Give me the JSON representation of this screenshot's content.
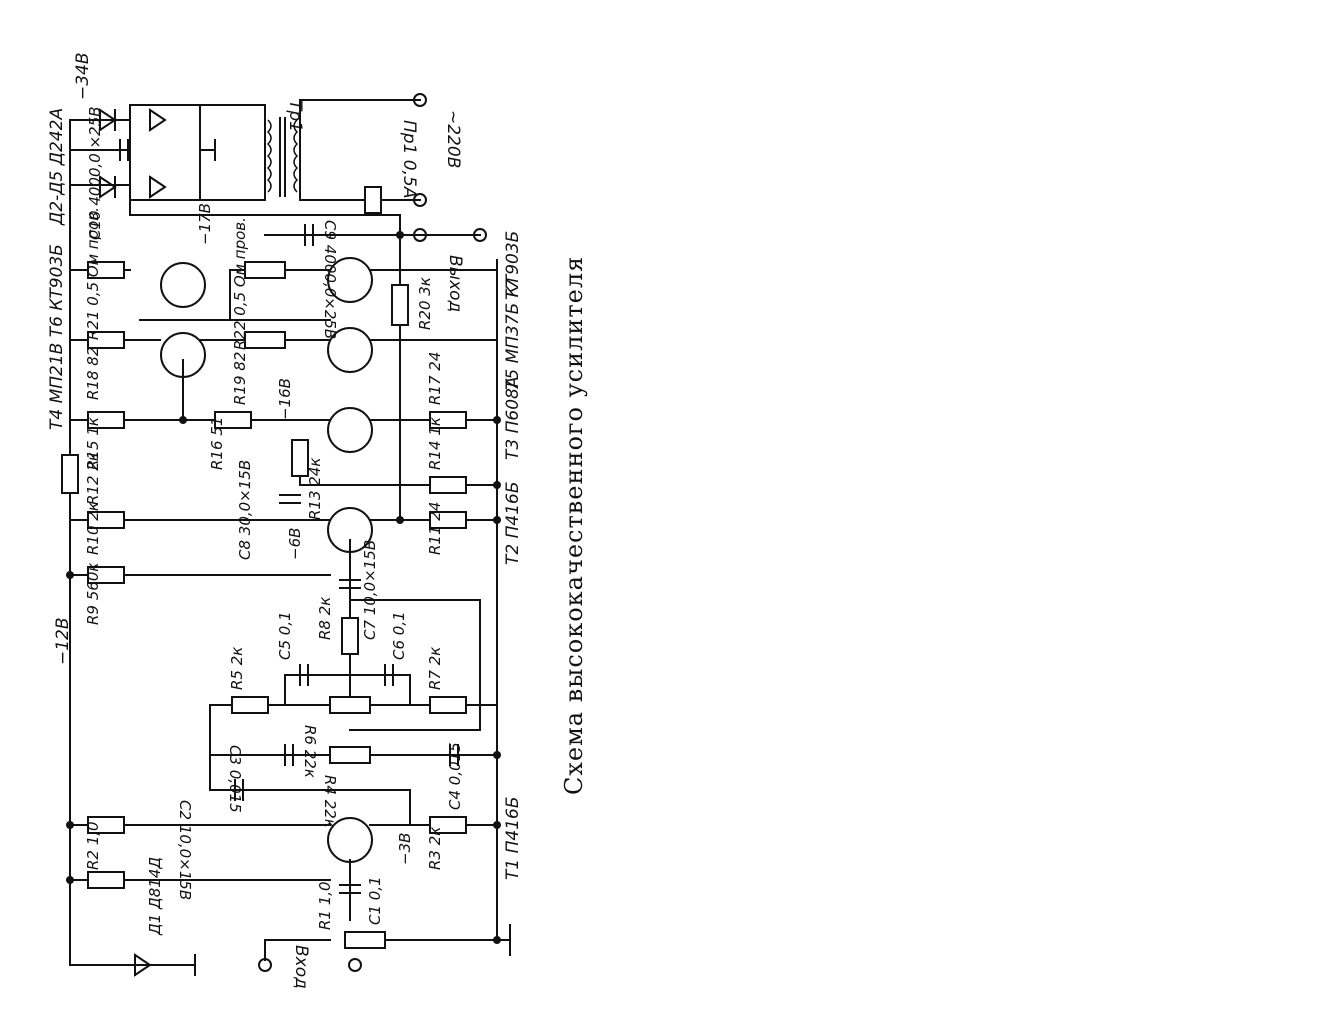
{
  "caption": "Схема высококачественного усилителя",
  "rails": {
    "minus12": "−12В",
    "minus34": "−34В",
    "mains": "~220В",
    "fuse": "Пр1 0,5А",
    "transformer": "Тр1"
  },
  "terminals": {
    "input": "Вход",
    "output": "Выход"
  },
  "transistor_groups": {
    "t4_t6": "Т4 МП21В Т6 КТ903Б",
    "t1": "Т1 П416Б",
    "t2": "Т2 П416Б",
    "t3": "Т3 П608А",
    "t5_t7": "Т5 МП37Б КТ903Б",
    "t7": "Т7",
    "diodes": "Д2-Д5 Д242А"
  },
  "voltages": {
    "v3": "−3В",
    "v6": "−6В",
    "v16": "−16В",
    "v17": "−17В"
  },
  "components": {
    "d1": "Д1 Д814Д",
    "r1": "R1 1,0",
    "c1": "C1 0,1",
    "r2": "R2 1,0",
    "r3": "R3 2к",
    "c2": "C2 10,0×15В",
    "c3": "C3 0,015",
    "c4": "C4 0,015",
    "r4": "R4 22к",
    "r5": "R5 2к",
    "r6": "R6 22к",
    "c5": "C5 0,1",
    "c6": "C6 0,1",
    "r7": "R7 2к",
    "r8": "R8 2к",
    "c7": "C7 10,0×15В",
    "r9": "R9 560к",
    "r10": "R10 2к",
    "r11": "R11 24",
    "c8": "C8 30,0×15В",
    "r12": "R12 2к",
    "r13": "R13 24к",
    "r14": "R14 1к",
    "r15": "R15 1к",
    "r16": "R16 51",
    "r17": "R17 24",
    "r18": "R18 82",
    "r19": "R19 82",
    "r20": "R20 3к",
    "r21": "R21 0,5 Ом пров.",
    "r22": "R22 0,5 Ом пров.",
    "c9": "C9 4000,0×25В",
    "c10": "C10 4000,0 ×25В"
  }
}
